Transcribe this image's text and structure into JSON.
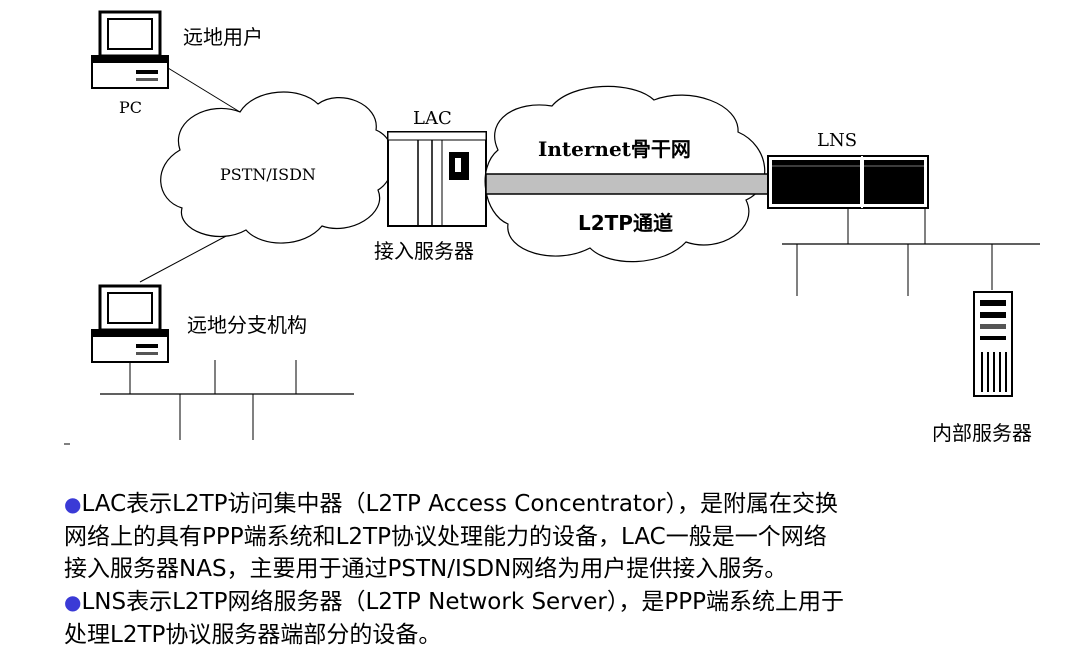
{
  "diagram": {
    "labels": {
      "remote_user": "远地用户",
      "pc": "PC",
      "pstn_isdn": "PSTN/ISDN",
      "lac": "LAC",
      "access_server": "接入服务器",
      "internet_backbone": "Internet骨干网",
      "l2tp_tunnel": "L2TP通道",
      "lns": "LNS",
      "remote_branch": "远地分支机构",
      "internal_server": "内部服务器"
    }
  },
  "text": {
    "bullet": "●",
    "lac_desc_1": "LAC表示L2TP访问集中器（L2TP Access Concentrator），是附属在交换",
    "lac_desc_2": "网络上的具有PPP端系统和L2TP协议处理能力的设备，LAC一般是一个网络",
    "lac_desc_3": "接入服务器NAS，主要用于通过PSTN/ISDN网络为用户提供接入服务。",
    "lns_desc_1": "LNS表示L2TP网络服务器（L2TP Network Server），是PPP端系统上用于",
    "lns_desc_2": "处理L2TP协议服务器端部分的设备。"
  }
}
